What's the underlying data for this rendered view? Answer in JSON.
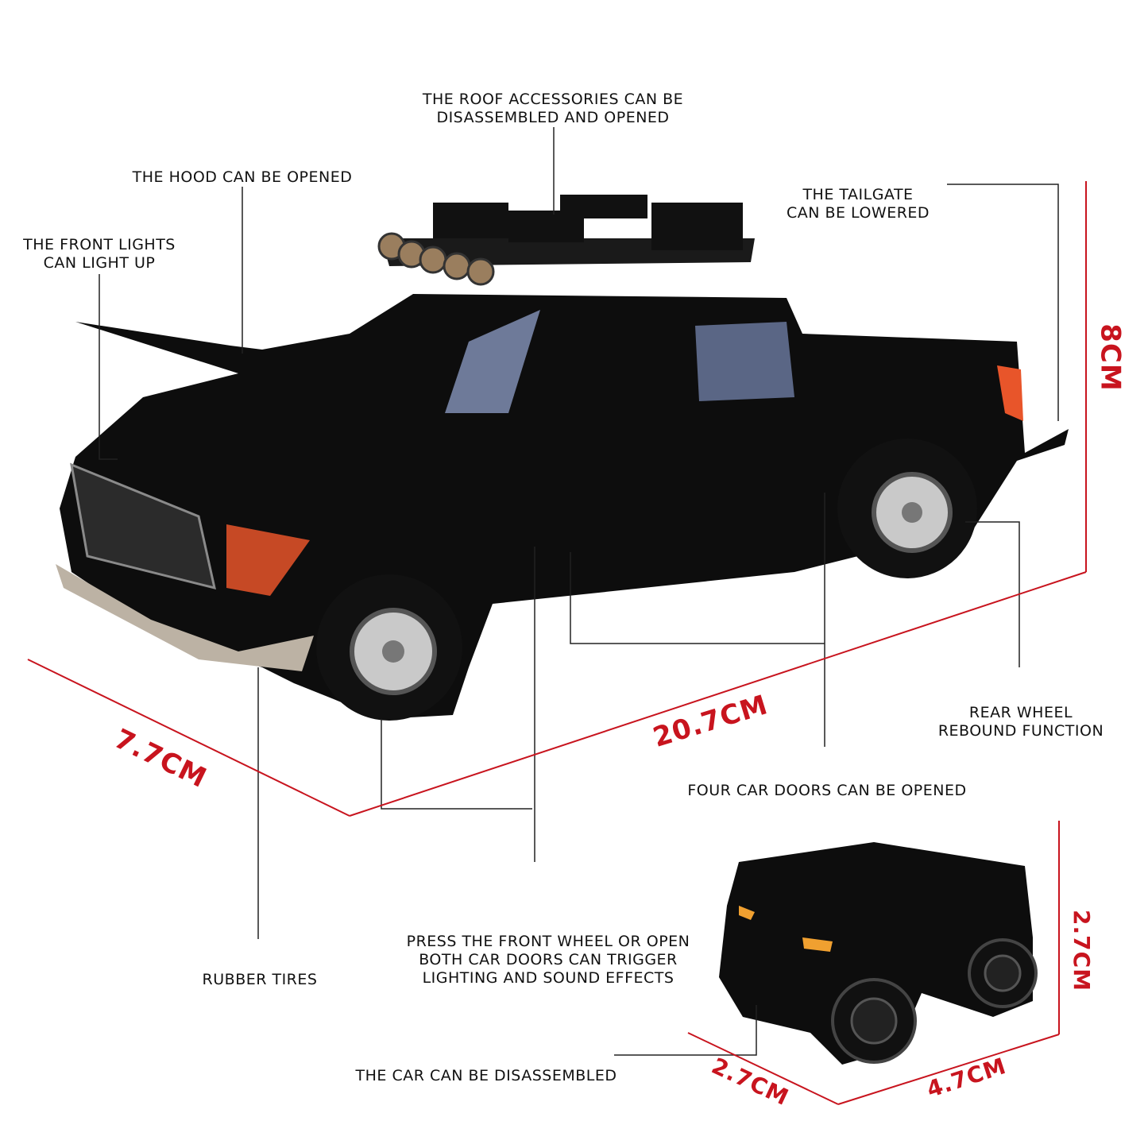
{
  "labels": {
    "roof": [
      "THE ROOF ACCESSORIES CAN BE",
      "DISASSEMBLED AND OPENED"
    ],
    "hood": "THE HOOD CAN BE OPENED",
    "front_lights": [
      "THE FRONT LIGHTS",
      "CAN LIGHT UP"
    ],
    "tailgate": [
      "THE TAILGATE",
      "CAN BE LOWERED"
    ],
    "rear_wheel": [
      "REAR WHEEL",
      "REBOUND FUNCTION"
    ],
    "doors": "FOUR CAR DOORS CAN BE OPENED",
    "sound": [
      "PRESS THE FRONT WHEEL OR OPEN",
      "BOTH CAR DOORS CAN TRIGGER",
      "LIGHTING AND SOUND EFFECTS"
    ],
    "tires": "RUBBER TIRES",
    "disassembled": "THE CAR CAN BE DISASSEMBLED"
  },
  "dimensions": {
    "truck_height": "8CM",
    "truck_length": "20.7CM",
    "truck_width": "7.7CM",
    "atv_height": "2.7CM",
    "atv_length": "4.7CM",
    "atv_width": "2.7CM"
  },
  "colors": {
    "dimension": "#c8141e",
    "vehicle": "#0d0d0d",
    "light": "#e8552a"
  }
}
